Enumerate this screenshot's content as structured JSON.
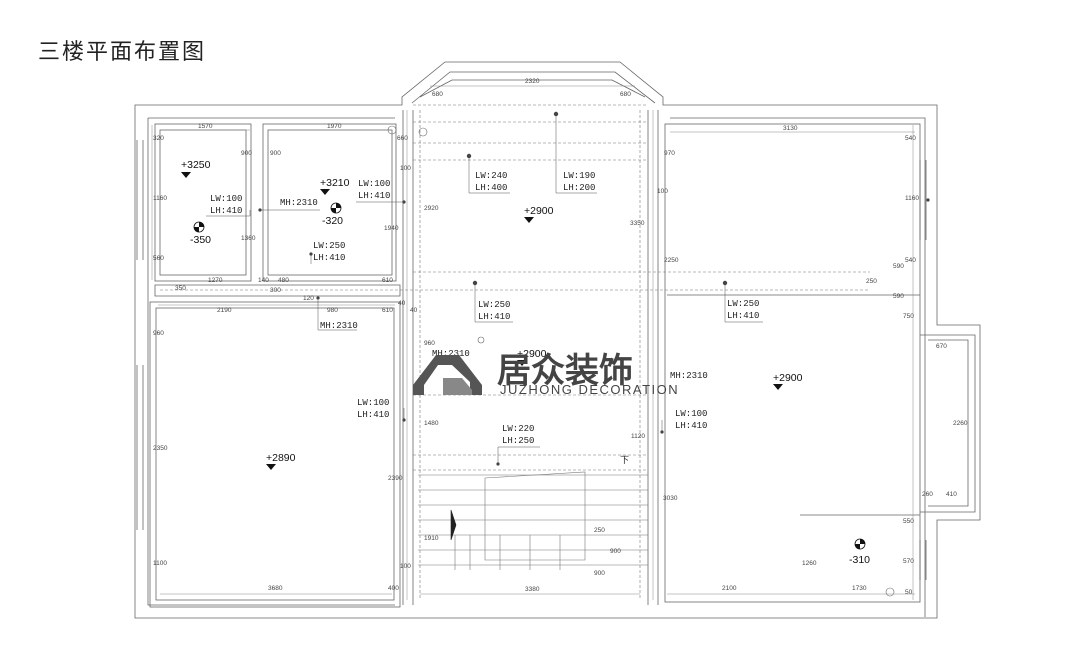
{
  "title": "三楼平面布置图",
  "brand": {
    "name_cn": "居众装饰",
    "name_en": "JUZHONG DECORATION"
  },
  "elevations": [
    {
      "id": "e1",
      "label": "+3250"
    },
    {
      "id": "e2",
      "label": "+3210"
    },
    {
      "id": "e3",
      "label": "+2900"
    },
    {
      "id": "e4",
      "label": "+2890"
    },
    {
      "id": "e5",
      "label": "+2900"
    },
    {
      "id": "e6",
      "label": "+2900"
    }
  ],
  "drops": [
    {
      "id": "d1",
      "label": "-350"
    },
    {
      "id": "d2",
      "label": "-320"
    },
    {
      "id": "d3",
      "label": "-310"
    }
  ],
  "fixtures": [
    {
      "id": "f1",
      "lw": "LW:100",
      "lh": "LH:410"
    },
    {
      "id": "f2",
      "lw": "LW:100",
      "lh": "LH:410"
    },
    {
      "id": "f3",
      "lw": "LW:250",
      "lh": "LH:410"
    },
    {
      "id": "f4",
      "lw": "LW:240",
      "lh": "LH:400"
    },
    {
      "id": "f5",
      "lw": "LW:190",
      "lh": "LH:200"
    },
    {
      "id": "f6",
      "lw": "LW:250",
      "lh": "LH:410"
    },
    {
      "id": "f7",
      "lw": "LW:250",
      "lh": "LH:410"
    },
    {
      "id": "f8",
      "lw": "LW:100",
      "lh": "LH:410"
    },
    {
      "id": "f9",
      "lw": "LW:100",
      "lh": "LH:410"
    },
    {
      "id": "f10",
      "lw": "LW:220",
      "lh": "LH:250"
    }
  ],
  "mh": [
    "MH:2310",
    "MH:2310",
    "MH:2310",
    "MH:2310"
  ],
  "stair_label": "下",
  "dims": {
    "top_bay": "2320",
    "bay_l": "680",
    "bay_r": "680",
    "r1_w": "1570",
    "r2_w": "1970",
    "r3_w": "3130",
    "r1_h1": "320",
    "r1_h2": "1160",
    "r1_h3": "560",
    "r1_b1": "1270",
    "r1_b2": "140",
    "r1_b3": "480",
    "r1_b4": "610",
    "r2_v1": "900",
    "r2_v2": "900",
    "r2_v3": "1360",
    "c1": "660",
    "c2": "100",
    "c3": "1940",
    "c4": "2920",
    "c5": "3350",
    "l2_w": "2190",
    "l2_m": "980",
    "l2_m2": "610",
    "l2_v1": "960",
    "l2_v2": "2350",
    "l2_v3": "1100",
    "l2_bot": "3680",
    "l2_b2": "400",
    "mid_v1": "960",
    "mid_v2": "1480",
    "mid_v3": "2390",
    "mid_v4": "1910",
    "mid_bot": "3380",
    "mid_v5": "1120",
    "mid_v6": "3030",
    "st1": "250",
    "st2": "900",
    "st3": "900",
    "st4": "100",
    "r_v1": "970",
    "r_v2": "100",
    "r_v3": "2250",
    "r_v4": "540",
    "r_v5": "1160",
    "r_v6": "540",
    "r_s1": "590",
    "r_s2": "250",
    "r_s3": "590",
    "r_s4": "750",
    "bay2_w": "670",
    "bay2_h": "2260",
    "bay2_b1": "260",
    "bay2_b2": "410",
    "r_b1": "2100",
    "r_b2": "1730",
    "r_b3": "1260",
    "r_b4": "550",
    "r_b5": "570",
    "r_b6": "50",
    "misc1": "350",
    "misc2": "120",
    "misc3": "40",
    "misc4": "300",
    "misc5": "40"
  }
}
